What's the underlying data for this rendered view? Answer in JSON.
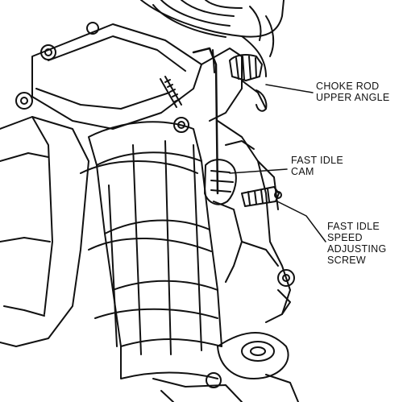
{
  "labels": {
    "choke_rod_upper_angle": [
      "CHOKE ROD",
      "UPPER ANGLE"
    ],
    "fast_idle_cam": [
      "FAST IDLE",
      "CAM"
    ],
    "fast_idle_speed_adjusting_screw": [
      "FAST IDLE",
      "SPEED",
      "ADJUSTING",
      "SCREW"
    ]
  },
  "colors": {
    "ink": "#111111",
    "paper": "#ffffff"
  }
}
